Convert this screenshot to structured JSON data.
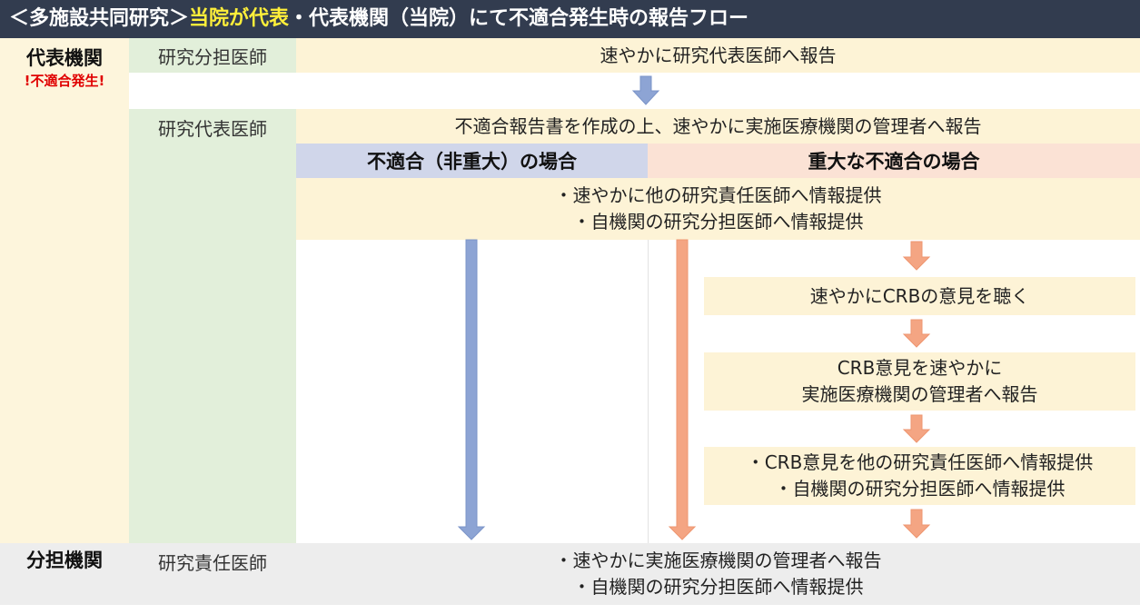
{
  "title": {
    "prefix": "＜多施設共同研究＞",
    "highlight": "当院が代表",
    "suffix": "・代表機関（当院）にて不適合発生時の報告フロー"
  },
  "lanes": {
    "lead_org": {
      "label": "代表機関",
      "alert": "!不適合発生!"
    },
    "sub_org": {
      "label": "分担機関"
    }
  },
  "roles": {
    "sub_investigator": "研究分担医師",
    "principal_investigator": "研究代表医師",
    "responsible_investigator": "研究責任医師"
  },
  "steps": {
    "report_to_pi": "速やかに研究代表医師へ報告",
    "create_report": "不適合報告書を作成の上、速やかに実施医療機関の管理者へ報告",
    "share_info": [
      "・速やかに他の研究責任医師へ情報提供",
      "・自機関の研究分担医師へ情報提供"
    ],
    "crb_opinion": "速やかにCRBの意見を聴く",
    "crb_report": [
      "CRB意見を速やかに",
      "実施医療機関の管理者へ報告"
    ],
    "crb_share": [
      "・CRB意見を他の研究責任医師へ情報提供",
      "・自機関の研究分担医師へ情報提供"
    ],
    "sub_org_actions": [
      "・速やかに実施医療機関の管理者へ報告",
      "・自機関の研究分担医師へ情報提供"
    ]
  },
  "cases": {
    "non_serious": "不適合（非重大）の場合",
    "serious": "重大な不適合の場合"
  },
  "colors": {
    "title_bg": "#323c4f",
    "highlight": "#ffef3a",
    "lane_bg": "#fdf5dc",
    "role_bg": "#e2efda",
    "step_bg": "#fdf3d6",
    "non_serious_bg": "#d0d6ea",
    "serious_bg": "#fbe2d5",
    "sub_org_bg": "#ededed",
    "blue_arrow": "#8da4d4",
    "orange_arrow": "#f4a583",
    "alert": "#e00000"
  }
}
